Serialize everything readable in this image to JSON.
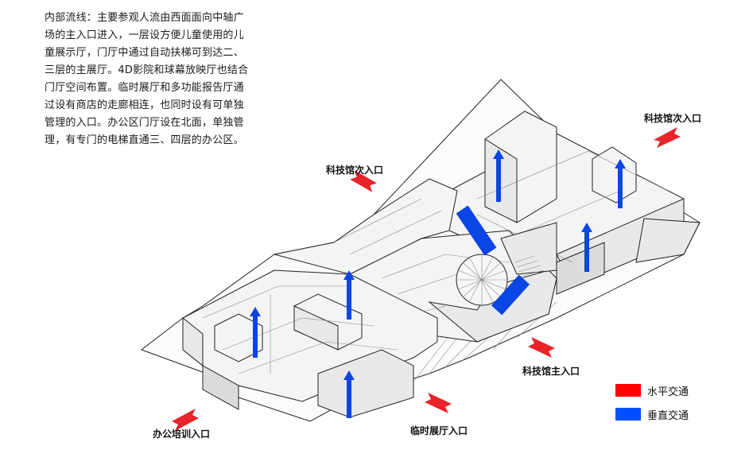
{
  "description": [
    "内部流线：主要参观人流由西面面向中轴广",
    "场的主入口进入，一层设方便儿童使用的儿",
    "童展示厅，门厅中通过自动扶梯可到达二、",
    "三层的主展厅。4D影院和球幕放映厅也结合",
    "门厅空间布置。临时展厅和多功能报告厅通",
    "过设有商店的走廊相连，也同时设有可单独",
    "管理的入口。办公区门厅设在北面，单独管",
    "理，有专门的电梯直通三、四层的办公区。"
  ],
  "entrances": {
    "tech_secondary_east": "科技馆次入口",
    "tech_secondary_north": "科技馆次入口",
    "tech_main": "科技馆主入口",
    "temp_exhibition": "临时展厅入口",
    "office_training": "办公培训入口"
  },
  "legend": [
    {
      "label": "水平交通",
      "color": "#ff0000"
    },
    {
      "label": "垂直交通",
      "color": "#0050ff"
    }
  ],
  "colors": {
    "horizontal": "#e8232a",
    "vertical": "#0a46e6"
  }
}
